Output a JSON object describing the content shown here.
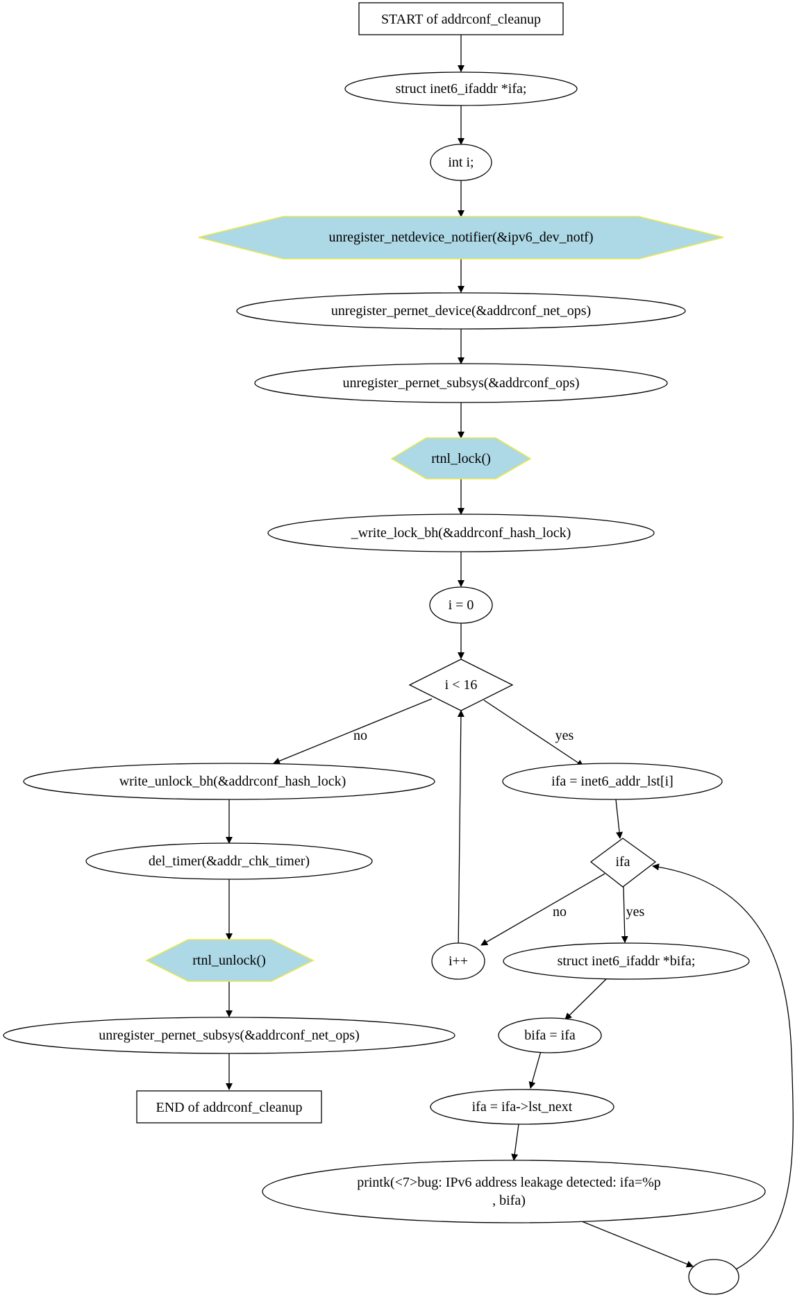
{
  "nodes": {
    "start": "START of addrconf_cleanup",
    "decl_ifa": "struct inet6_ifaddr *ifa;",
    "decl_i": "int i;",
    "unregister_notifier": "unregister_netdevice_notifier(&ipv6_dev_notf)",
    "unregister_device": "unregister_pernet_device(&addrconf_net_ops)",
    "unregister_subsys": "unregister_pernet_subsys(&addrconf_ops)",
    "rtnl_lock": "rtnl_lock()",
    "write_lock": "_write_lock_bh(&addrconf_hash_lock)",
    "i_init": "i = 0",
    "loop_cond": "i < 16",
    "write_unlock": "write_unlock_bh(&addrconf_hash_lock)",
    "ifa_assign": "ifa = inet6_addr_lst[i]",
    "ifa_cond": "ifa",
    "del_timer": "del_timer(&addr_chk_timer)",
    "i_inc": "i++",
    "decl_bifa": "struct inet6_ifaddr *bifa;",
    "rtnl_unlock": "rtnl_unlock()",
    "bifa_assign": "bifa = ifa",
    "unregister_net_ops": "unregister_pernet_subsys(&addrconf_net_ops)",
    "ifa_next": "ifa = ifa->lst_next",
    "end": "END of addrconf_cleanup",
    "printk_line1": "printk(<7>bug: IPv6 address leakage detected: ifa=%p",
    "printk_line2": ", bifa)",
    "merge": ""
  },
  "edge_labels": {
    "loop_no": "no",
    "loop_yes": "yes",
    "ifa_no": "no",
    "ifa_yes": "yes"
  }
}
